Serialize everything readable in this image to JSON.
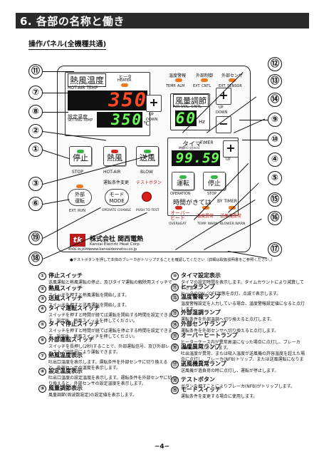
{
  "header": {
    "title": "6. 各部の名称と働き"
  },
  "section": {
    "title": "操作パネル(全機種共通)"
  },
  "panel": {
    "heater_temp_label": "熱風温度",
    "heater_led_label": "ヒータ",
    "heater_led_sub": "HEATER",
    "hot_air_temp_label": "HOT-AIR TEMP",
    "temp_display": "350",
    "setting_temp_label": "設定温度",
    "setting_temp_sub": "SETTING TEMP",
    "setting_display": "350",
    "celsius": "℃",
    "up_label": "UP",
    "down_label": "DOWN",
    "stop_button": "停止",
    "stop_sub": "STOP",
    "hot_air_button": "熱風",
    "hot_air_sub": "HOT-AIR",
    "blow_button": "送風",
    "blow_sub": "BLOW",
    "alarm_temp": "温度警報",
    "alarm_temp_sub": "TEMP. ALM",
    "ext_control": "外部制御",
    "ext_control_sub": "EXT. CNTL",
    "ext_sensor": "外部センサ",
    "ext_sensor_sub": "EXT. SENSOR",
    "air_vol_label": "風量調節",
    "air_vol_sub": "AIR VOL. CNTL",
    "air_display": "60",
    "hz": "Hz",
    "timer_label": "タイマ",
    "timer_sub": "TIMER",
    "timer_units": "時間(h)          分(min)",
    "timer_display": "99.59",
    "operation_button": "運転",
    "operation_sub": "OPERATION",
    "timer_stop_button": "停止",
    "timer_stop_sub": "STOP",
    "by_timer": "時間がきては",
    "by_timer_sub": "BY TIMER",
    "overheat": "オーバー\nヒート",
    "overheat_sub": "OVERHEAT",
    "temp_warn": "温度異常",
    "temp_warn_sub": "TEMP. WARN",
    "blower_warn": "送風機異常",
    "blower_warn_sub": "BLOWER WARN",
    "mode_change_label": "運転条件変更",
    "test_button_label": "テストボタン",
    "ext_run_label": "外部\n運転",
    "ext_run_sub": "EXT. RUN",
    "mode_label": "モード\nMODE",
    "operate_change": "OPERATE CHANGE",
    "push_to_test": "PUSH TO TEST",
    "maker_logo": "tk",
    "maker_name": "株式会社 関西電熱",
    "maker_en": "Kansai Electric Heat Corp.",
    "maker_url": "www.kansaidennetsu.co.jp",
    "made_in": "MADE IN JAPAN",
    "warning": "●テストボタンを押して本体のブレーカがトリップすることを確認してください（詳細は取扱説明書をご参照ください。）"
  },
  "descriptions": [
    {
      "num": "①",
      "title": "停止スイッチ",
      "body": "送風運転と熱風運転の停止、及びタイマ運転の解除用スイッチです。"
    },
    {
      "num": "②",
      "title": "熱風スイッチ",
      "body": "スイッチを押すと熱風運転を開始します。"
    },
    {
      "num": "③",
      "title": "送風スイッチ",
      "body": "スイッチを押すと送風運転を開始します。"
    },
    {
      "num": "④",
      "title": "タイマ運転スイッチ",
      "body": "スイッチを押すと時間が経てば運転を開始する時間を設定できます。設定後、熱風スイッチを押してください。"
    },
    {
      "num": "⑤",
      "title": "タイマ停止スイッチ",
      "body": "スイッチを押すと時間が経てば運転を停止する時間を設定できます。設定後、熱風スイッチを押してください。"
    },
    {
      "num": "⑥",
      "title": "外部運転スイッチ",
      "body": "スイッチを長押し(2秒)することで、外部運転信号、及び外部レース入／切信号により運転できます。"
    },
    {
      "num": "⑦",
      "title": "熱風温度表示",
      "body": "吐出口温度を表示します。運転条件を外部センサに切り換えると、外部センサの温度を表示します。"
    },
    {
      "num": "⑧",
      "title": "設定温度表示",
      "body": "吐出口温度の設定温度を表示します。運転条件を外部センサに切り換えると、外部センサの設定温度を表示します。"
    },
    {
      "num": "⑨",
      "title": "風量調節表示",
      "body": "風量調節(周波数設定)の設定値を表示します。"
    },
    {
      "num": "⑩",
      "title": "タイマ設定表示",
      "body": "タイマの設定時間を表示します。タイムカウントにより減算していきます。"
    },
    {
      "num": "⑪",
      "title": "ヒータランプ",
      "body": "ヒータのON／OFF状態を点灯、点滅で表示します。"
    },
    {
      "num": "⑫",
      "title": "温度警報ランプ",
      "body": "温度警報設定を入力している場合、温度警報設定値になると点灯します。"
    },
    {
      "num": "⑬",
      "title": "外部温調ランプ",
      "body": "運転条件を外部温調へ切り換えると点灯します。"
    },
    {
      "num": "⑭",
      "title": "外部センサランプ",
      "body": "運転条件を外部センサへ切り換えると点灯します。"
    },
    {
      "num": "⑮",
      "title": "オーバーヒートランプ",
      "body": "ヒーターケース内が異常高温になった場合に点灯し、ブレーカ(NFB)がトリップします。"
    },
    {
      "num": "⑯",
      "title": "温度異常ランプ",
      "body": "吐出温度が異常、または吸入温度が送風機の許容温度を超えた場合に点灯し、ブレーカ(NFB)トリップ、または送風運転になります。"
    },
    {
      "num": "⑰",
      "title": "送風機異常ランプ",
      "body": "送風機が過負荷の時に点灯し、運転が停止します。"
    },
    {
      "num": "⑱",
      "title": "テストボタン",
      "body": "ボタンを押すことによりブレーカ(NFB)がトリップします。"
    },
    {
      "num": "⑲",
      "title": "モードスイッチ",
      "body": "運転条件を変更する場合に使用します。"
    }
  ],
  "callouts": [
    "⑪",
    "⑦",
    "⑧",
    "②",
    "①",
    "③",
    "⑥",
    "⑲",
    "⑱",
    "⑫",
    "⑬",
    "⑭",
    "⑨",
    "⑩",
    "④",
    "⑤",
    "⑮",
    "⑯",
    "⑰"
  ],
  "footer": {
    "page": "−4−"
  }
}
